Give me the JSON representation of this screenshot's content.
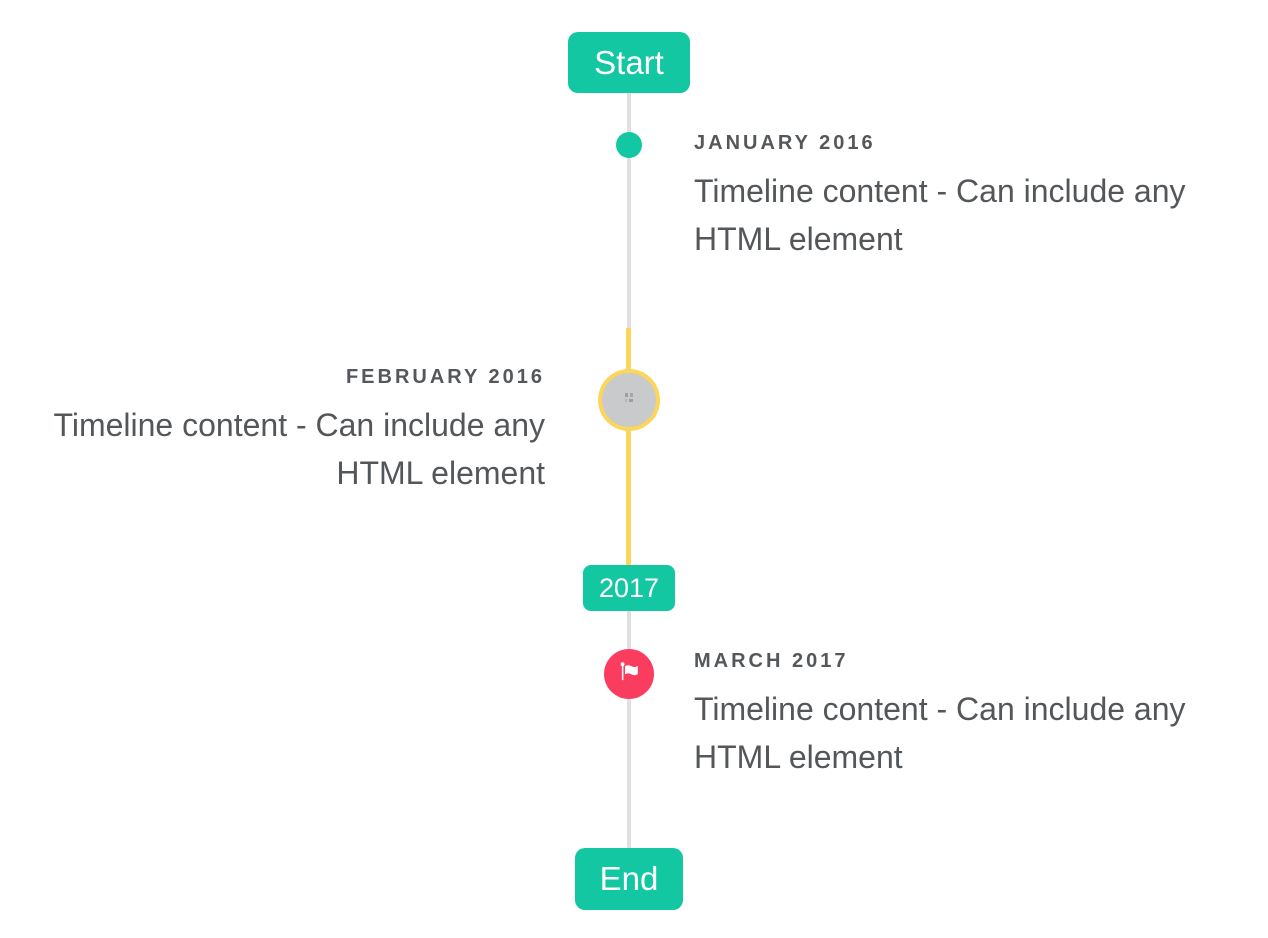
{
  "colors": {
    "accent": "#12c7a1",
    "danger": "#fa3c5f",
    "warning": "#fcd65b",
    "line": "#e0e0e2",
    "marker_fill": "#c9cacb",
    "title_text": "#55585b",
    "body_text": "#54575a",
    "background": "#ffffff"
  },
  "timeline": {
    "start_label": "Start",
    "end_label": "End",
    "year_badge": "2017",
    "events": [
      {
        "date": "JANUARY 2016",
        "content": "Timeline content - Can include any HTML element",
        "side": "right",
        "marker": "teal-dot"
      },
      {
        "date": "FEBRUARY 2016",
        "content": "Timeline content - Can include any HTML element",
        "side": "left",
        "marker": "image-circle-yellow-ring"
      },
      {
        "date": "MARCH 2017",
        "content": "Timeline content - Can include any HTML element",
        "side": "right",
        "marker": "red-flag-circle"
      }
    ]
  }
}
